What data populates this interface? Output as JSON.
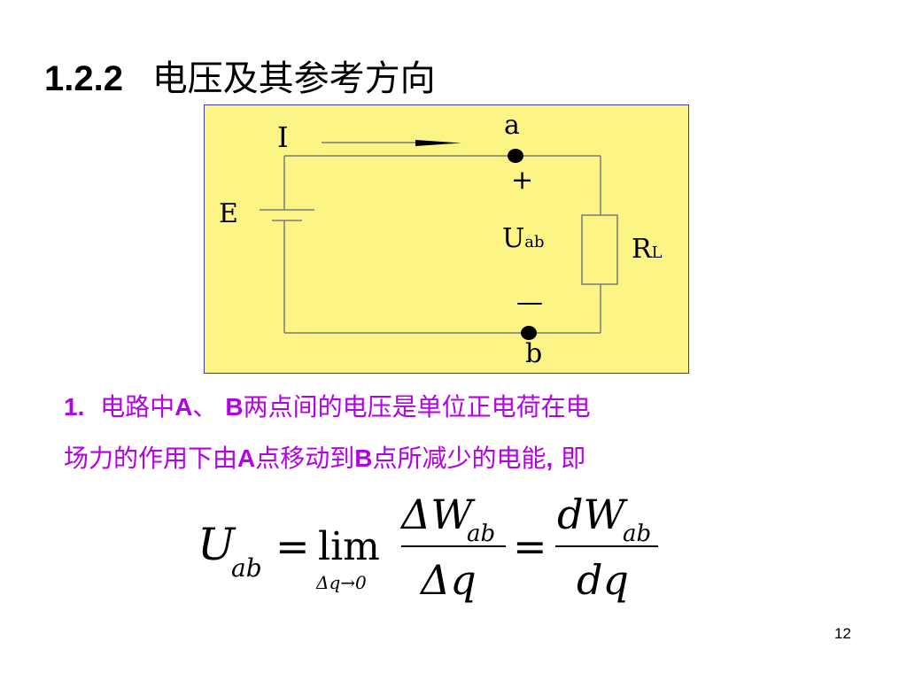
{
  "title": {
    "number": "1.2.2",
    "text": "电压及其参考方向"
  },
  "circuit": {
    "current_label": "I",
    "source_label": "E",
    "node_a": "a",
    "node_b": "b",
    "plus": "+",
    "minus": "—",
    "voltage_main": "U",
    "voltage_sub": "ab",
    "resistor_main": "R",
    "resistor_sub": "L",
    "colors": {
      "background": "#fcf586",
      "wire": "#7a7a7a",
      "node": "#000000"
    }
  },
  "paragraph": {
    "line1": {
      "num": "1.",
      "t1": "电路中",
      "a": "A",
      "t2": "、 ",
      "b": "B",
      "t3": "两点间的电压是单位正电荷在电"
    },
    "line2": {
      "t1": "场力的作用下由",
      "a": "A",
      "t2": "点移动到",
      "b": "B",
      "t3": "点所减少的电能",
      "comma": ",",
      "t4": " 即"
    },
    "color": "#b400e6"
  },
  "formula": {
    "lhs": "U",
    "lhs_sub": "ab",
    "eq": "=",
    "lim": "lim",
    "lim_sub": "Δq→0",
    "frac1_num": "ΔW",
    "frac1_num_sub": "ab",
    "frac1_den": "Δq",
    "eq2": "=",
    "frac2_num": "dW",
    "frac2_num_sub": "ab",
    "frac2_den": "dq"
  },
  "page_number": "12"
}
